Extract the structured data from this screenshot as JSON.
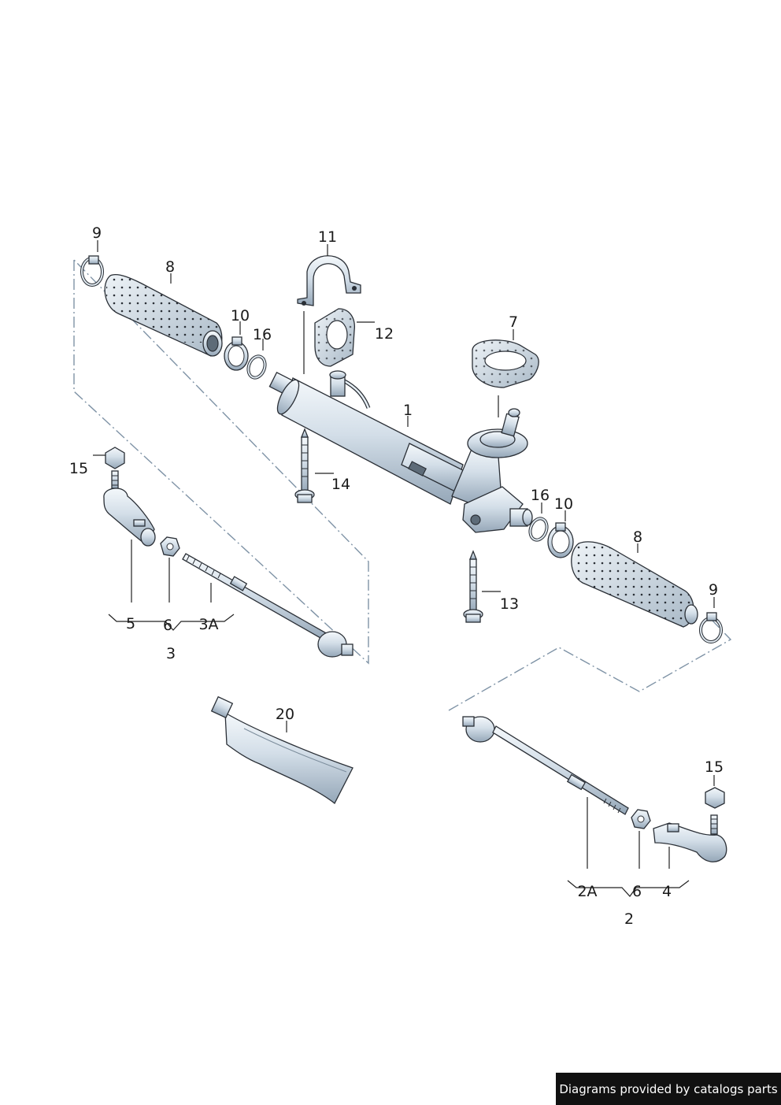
{
  "callouts": {
    "c1": "1",
    "c2": "2",
    "c2a": "2A",
    "c3": "3",
    "c3a": "3A",
    "c4": "4",
    "c5": "5",
    "c6a": "6",
    "c6b": "6",
    "c7": "7",
    "c8a": "8",
    "c8b": "8",
    "c9a": "9",
    "c9b": "9",
    "c10a": "10",
    "c10b": "10",
    "c11": "11",
    "c12": "12",
    "c13": "13",
    "c14": "14",
    "c15a": "15",
    "c15b": "15",
    "c16a": "16",
    "c16b": "16",
    "c20": "20"
  },
  "footer": {
    "text": "Diagrams provided by catalogs parts"
  },
  "colors": {
    "line": "#2a2f36",
    "dash": "#7f93a6",
    "metal_light": "#f3f7fa",
    "metal_dark": "#a9b8c6",
    "footer_bg": "#111111"
  }
}
